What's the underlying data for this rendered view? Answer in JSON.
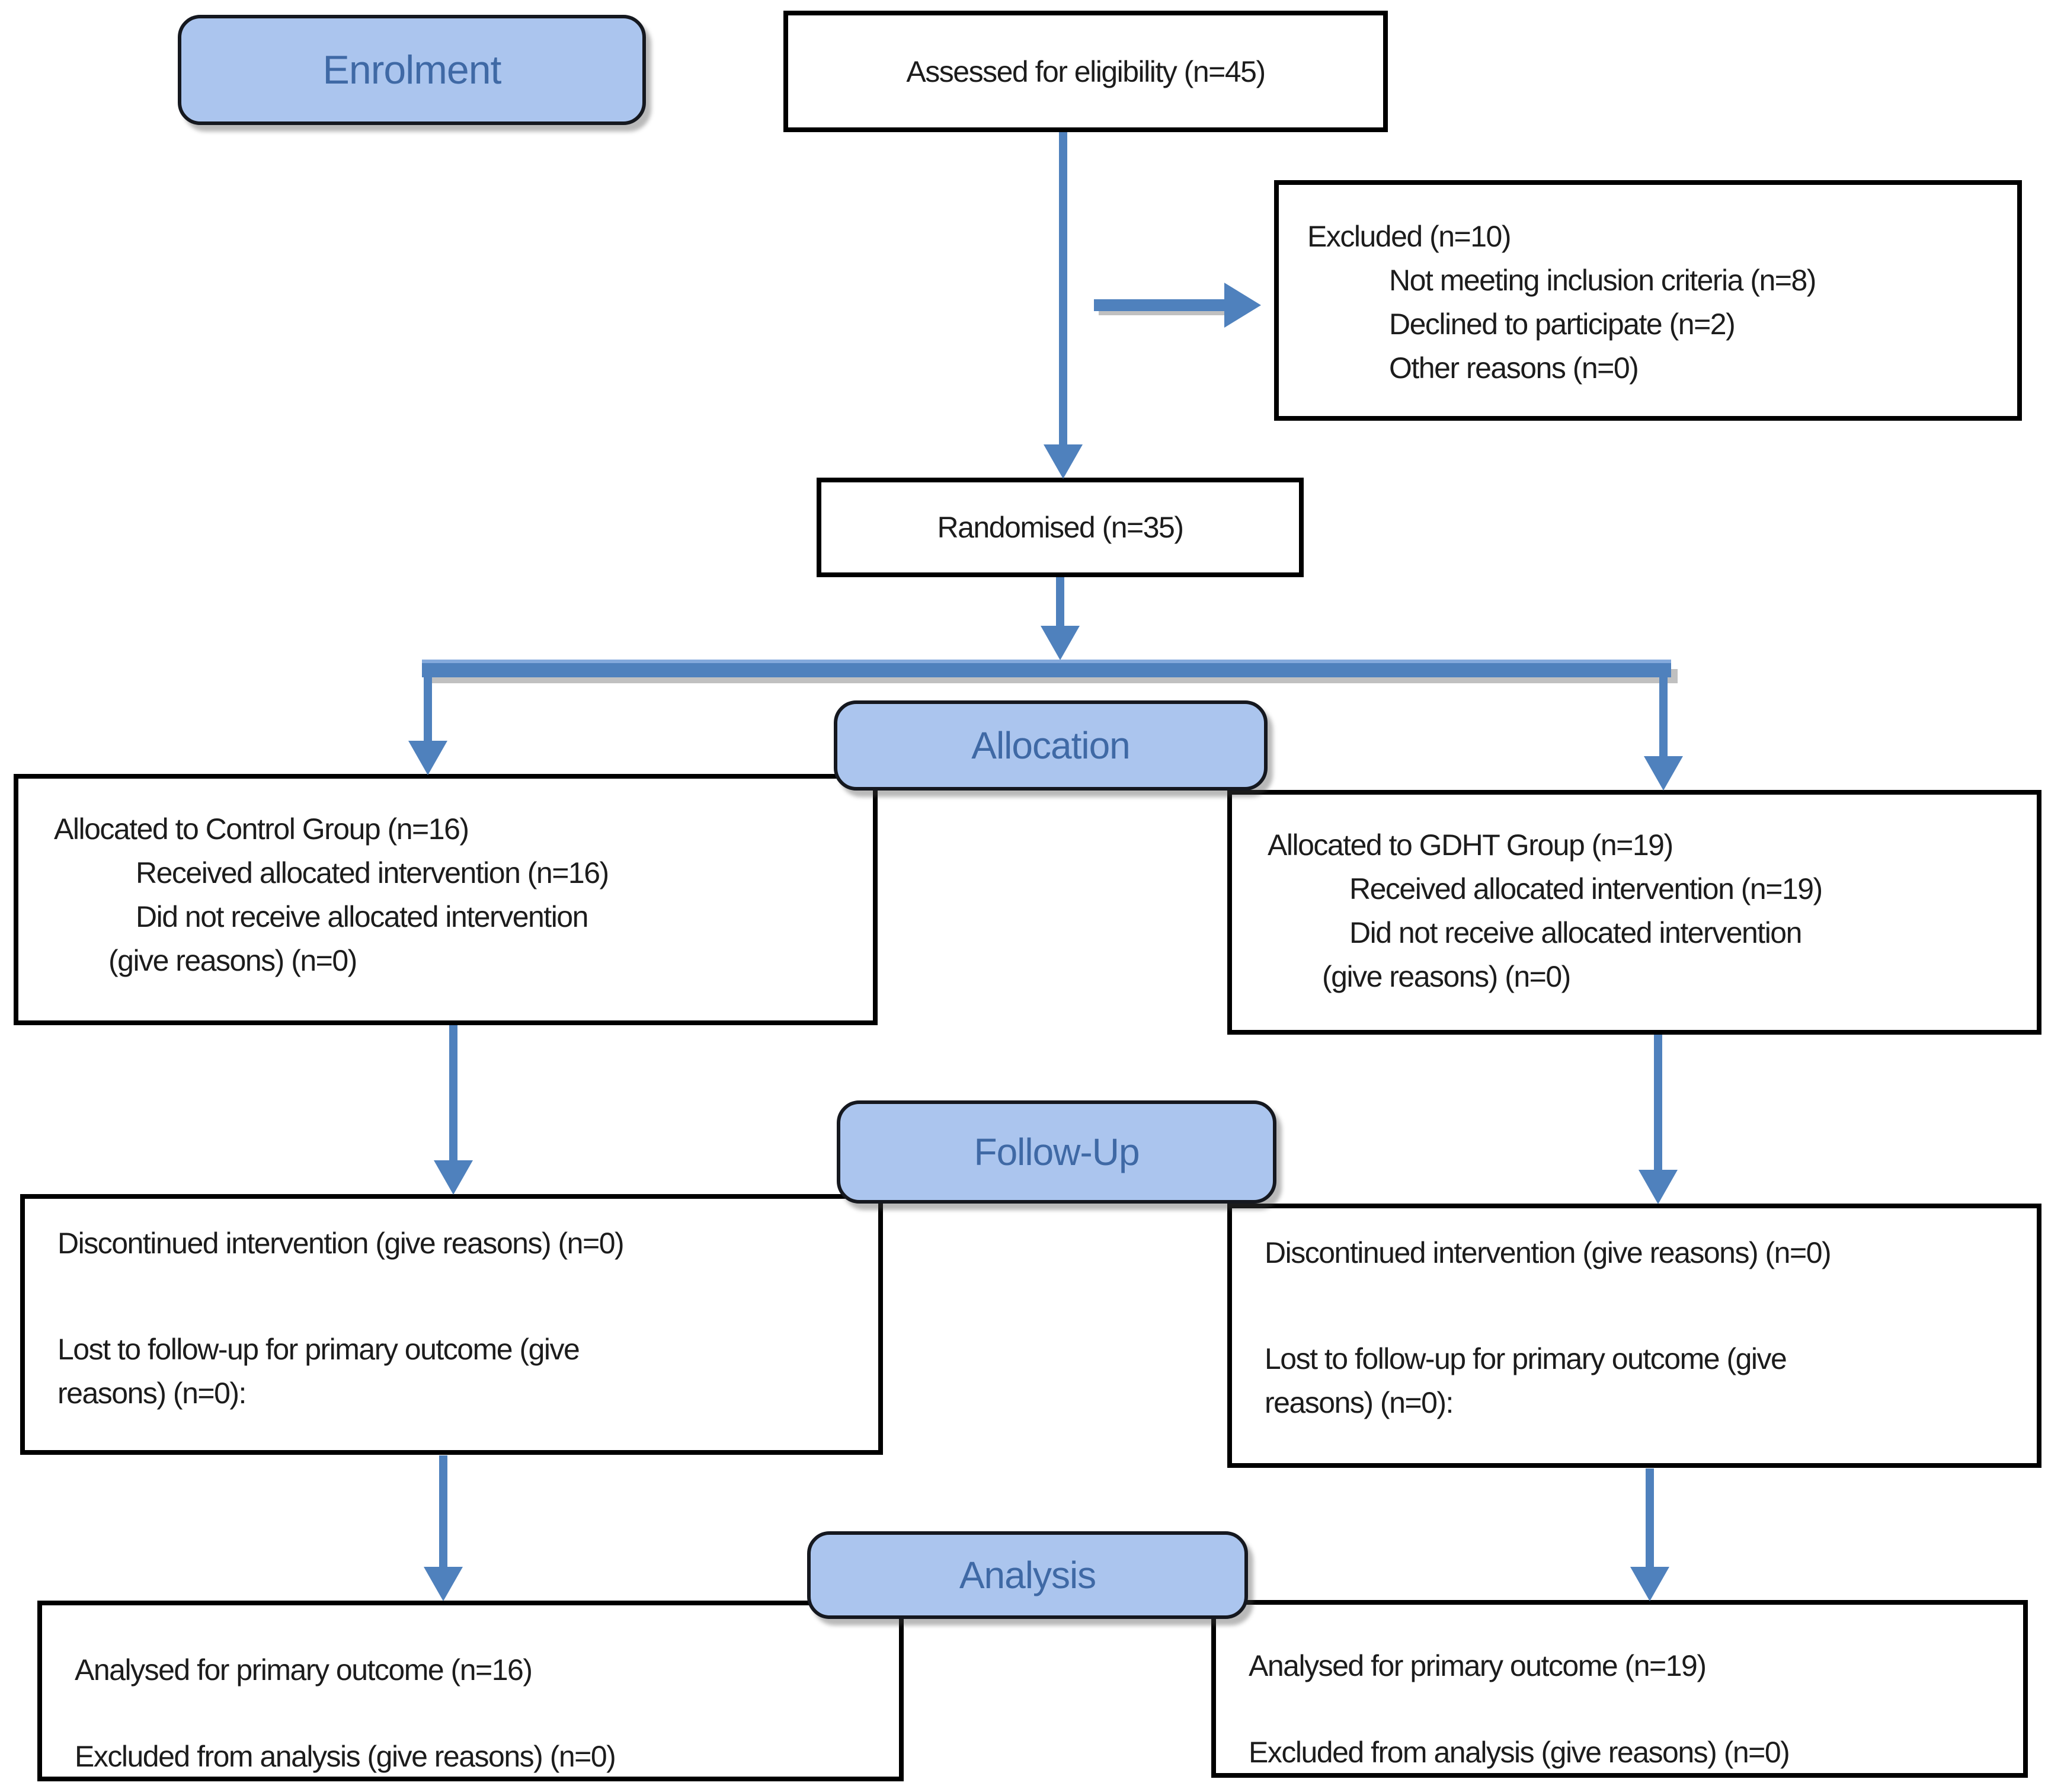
{
  "stages": {
    "enrolment": "Enrolment",
    "allocation": "Allocation",
    "follow_up": "Follow-Up",
    "analysis": "Analysis"
  },
  "boxes": {
    "assessed": {
      "text": "Assessed for eligibility (n=45)"
    },
    "excluded": {
      "title": "Excluded (n=10)",
      "items": [
        "Not meeting inclusion criteria (n=8)",
        "Declined to participate (n=2)",
        "Other reasons (n=0)"
      ]
    },
    "randomised": {
      "text": "Randomised (n=35)"
    },
    "allocation_control": {
      "title": "Allocated to Control Group (n=16)",
      "received": "Received allocated intervention (n=16)",
      "not_received": "Did not receive allocated intervention",
      "not_received_reasons": "(give reasons) (n=0)"
    },
    "allocation_gdht": {
      "title": "Allocated to GDHT Group (n=19)",
      "received": "Received allocated intervention (n=19)",
      "not_received": "Did not receive allocated intervention",
      "not_received_reasons": "(give reasons) (n=0)"
    },
    "followup_control": {
      "discontinued": "Discontinued intervention (give reasons) (n=0)",
      "lost_line1": "Lost to follow-up for primary outcome (give",
      "lost_line2": "reasons) (n=0):"
    },
    "followup_gdht": {
      "discontinued": "Discontinued intervention (give reasons) (n=0)",
      "lost_line1": "Lost to follow-up for primary outcome (give",
      "lost_line2": "reasons) (n=0):"
    },
    "analysis_control": {
      "analysed": "Analysed for primary outcome (n=16)",
      "excluded": "Excluded from analysis (give reasons) (n=0)"
    },
    "analysis_gdht": {
      "analysed": "Analysed for primary outcome (n=19)",
      "excluded": "Excluded from analysis (give reasons) (n=0)"
    }
  },
  "colors": {
    "stage_fill": "#abc5ee",
    "stage_text": "#3f69a5",
    "stage_border": "#15181f",
    "arrow": "#4f81bd",
    "box_border": "#000000",
    "box_text": "#1c1c1c"
  }
}
